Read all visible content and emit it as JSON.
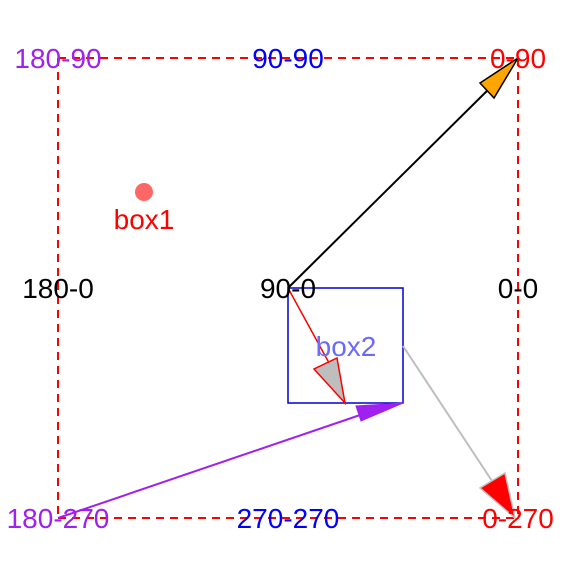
{
  "colors": {
    "background": "#ffffff",
    "frame_dash": "#ff0000",
    "arrow_black": "#000000",
    "arrow_orange_head": "#ffa500",
    "arrow_red": "#ff0000",
    "arrow_gray_head": "#bebebe",
    "arrow_gray": "#bebebe",
    "arrow_purple": "#a020f0",
    "box2_border": "#0000cd",
    "box2_label": "#6a6aff",
    "box1_dot": "#ff0000",
    "box1_label": "#ff0000"
  },
  "labels": {
    "top_left": "180-90",
    "top_center": "90-90",
    "top_right": "0-90",
    "mid_left": "180-0",
    "center": "90-0",
    "mid_right": "0-0",
    "bottom_left": "180-270",
    "bottom_center": "270-270",
    "bottom_right": "0-270",
    "box1": "box1",
    "box2": "box2"
  },
  "label_colors": {
    "top_left": "#a020f0",
    "top_center": "#0000ff",
    "top_right": "#ff0000",
    "mid_left": "#000000",
    "center": "#000000",
    "mid_right": "#000000",
    "bottom_left": "#a020f0",
    "bottom_center": "#0000ff",
    "bottom_right": "#ff0000"
  }
}
